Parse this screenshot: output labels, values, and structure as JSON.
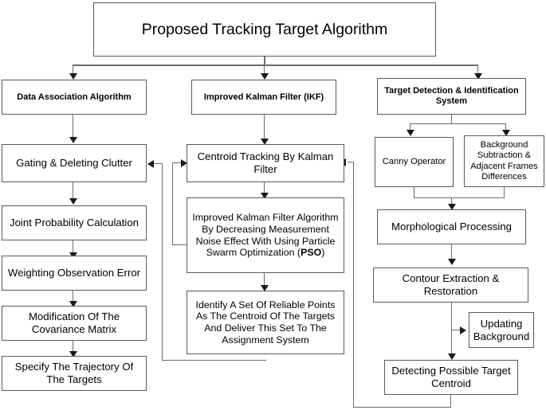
{
  "diagram": {
    "title_box": {
      "label": "Proposed Tracking Target Algorithm"
    },
    "branches": {
      "left_header": "Data Association Algorithm",
      "middle_header": "Improved Kalman Filter (IKF)",
      "right_header": "Target Detection & Identification System"
    },
    "left_column": [
      {
        "id": "gating",
        "label": "Gating &  Deleting Clutter"
      },
      {
        "id": "joint-probability",
        "label": "Joint Probability Calculation"
      },
      {
        "id": "weighting-observation",
        "label": "Weighting Observation Error"
      },
      {
        "id": "covariance-modification",
        "label": "Modification Of The Covariance Matrix"
      },
      {
        "id": "specify-trajectory",
        "label": "Specify The Trajectory Of The Targets"
      }
    ],
    "middle_column": [
      {
        "id": "centroid-tracking",
        "label": "Centroid Tracking By Kalman Filter"
      },
      {
        "id": "ikf-pso",
        "label_pre": "Improved Kalman Filter Algorithm By Decreasing Measurement Noise Effect With Using  Particle Swarm Optimization (",
        "label_bold": "PSO",
        "label_post": ")"
      },
      {
        "id": "identify-reliable-points",
        "label": "Identify A Set Of Reliable Points As The Centroid Of The Targets And Deliver This Set To The Assignment System"
      }
    ],
    "right_column": [
      {
        "id": "canny-operator",
        "label": "Canny Operator"
      },
      {
        "id": "background-subtraction",
        "label": "Background Subtraction & Adjacent Frames Differences"
      },
      {
        "id": "morphological-processing",
        "label": "Morphological Processing"
      },
      {
        "id": "contour-extraction",
        "label": "Contour Extraction & Restoration"
      },
      {
        "id": "updating-background",
        "label": "Updating Background"
      },
      {
        "id": "detecting-centroid",
        "label": "Detecting Possible Target Centroid"
      }
    ],
    "colors": {
      "box_border": "#595959",
      "connector": "#6b6b6b",
      "arrow": "#1a1a1a",
      "background": "#ffffff",
      "text": "#000000"
    }
  }
}
